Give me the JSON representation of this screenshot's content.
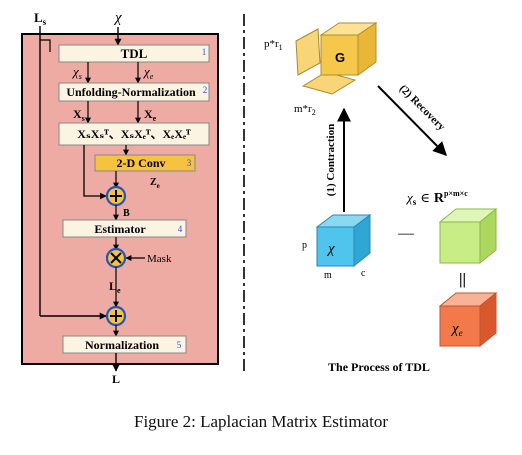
{
  "left_panel": {
    "input_ls": "L",
    "input_ls_sub": "s",
    "input_chi": "χ",
    "tdl": {
      "label": "TDL",
      "num": "1"
    },
    "chi_s": "χ",
    "chi_s_sub": "s",
    "chi_e": "χ",
    "chi_e_sub": "e",
    "unfold": {
      "label": "Unfolding-Normalization",
      "num": "2"
    },
    "x_s": "X",
    "x_s_sub": "s",
    "x_e": "X",
    "x_e_sub": "e",
    "products": "XₛXₛᵀ、XₛXₑᵀ、XₑXₑᵀ",
    "conv": {
      "label": "2-D Conv",
      "num": "3"
    },
    "z_e": "Z",
    "z_e_sub": "e",
    "b_label": "B",
    "estimator": {
      "label": "Estimator",
      "num": "4"
    },
    "mask_label": "Mask",
    "l_e": "L",
    "l_e_sub": "e",
    "normalization": {
      "label": "Normalization",
      "num": "5"
    },
    "output_l": "L"
  },
  "right_panel": {
    "g_label": "G",
    "p_r1": "p*r",
    "p_r1_sub": "1",
    "m_r2": "m*r",
    "m_r2_sub": "2",
    "contraction": "(1) Contraction",
    "recovery": "(2) Recovery",
    "cube_chi": "χ",
    "dim_p": "p",
    "dim_m": "m",
    "dim_c": "c",
    "chi_s_label": "χ",
    "chi_s_label_sub": "s",
    "in_sym": "∈",
    "R_label": "R",
    "R_sup": "p×m×c",
    "minus": "—",
    "equals": "||",
    "cube_chi_e": "χ",
    "cube_chi_e_sub": "e",
    "title": "The Process of TDL"
  },
  "caption": "Figure 2: Laplacian Matrix Estimator",
  "colors": {
    "panel_bg": "#eeaba3",
    "module_fill": "#fcf4e3",
    "conv_fill": "#f6c23f",
    "blue_cube": "#4fc5ee",
    "green_cube": "#c9ed86",
    "orange_cube": "#f27a4a",
    "num_blue": "#2f4bd6"
  }
}
